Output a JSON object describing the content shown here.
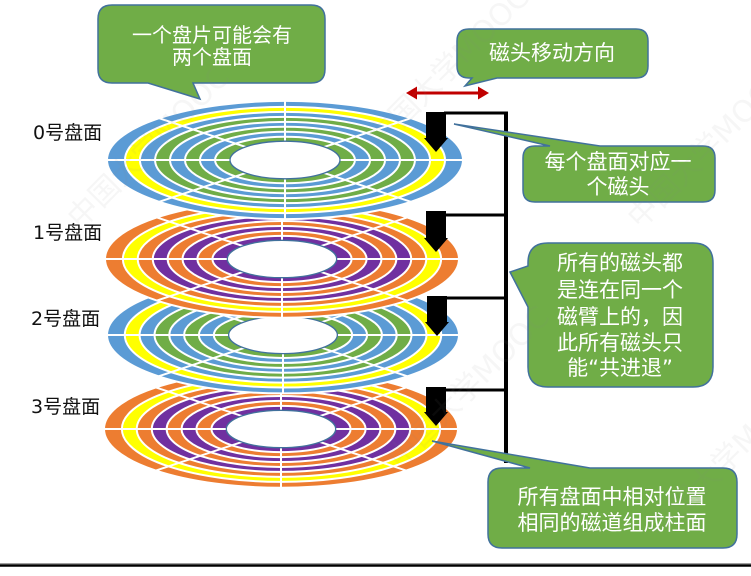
{
  "slide": {
    "platters": [
      {
        "label": "0号盘面",
        "ring_colors": [
          "#5B9BD5",
          "#FFFF00",
          "#5B9BD5",
          "#70AD47",
          "#5B9BD5",
          "#70AD47",
          "#5B9BD5",
          "#70AD47"
        ]
      },
      {
        "label": "1号盘面",
        "ring_colors": [
          "#ED7D31",
          "#FFFF00",
          "#ED7D31",
          "#7030A0",
          "#ED7D31",
          "#7030A0",
          "#ED7D31",
          "#7030A0"
        ]
      },
      {
        "label": "2号盘面",
        "ring_colors": [
          "#5B9BD5",
          "#FFFF00",
          "#5B9BD5",
          "#70AD47",
          "#5B9BD5",
          "#70AD47",
          "#5B9BD5",
          "#70AD47"
        ]
      },
      {
        "label": "3号盘面",
        "ring_colors": [
          "#ED7D31",
          "#FFFF00",
          "#ED7D31",
          "#7030A0",
          "#ED7D31",
          "#7030A0",
          "#ED7D31",
          "#7030A0"
        ]
      }
    ],
    "sectors_per_platter": 8,
    "callouts": {
      "platter_two_surfaces": {
        "lines": [
          "一个盘片可能会有",
          "两个盘面"
        ]
      },
      "head_movement": {
        "lines": [
          "磁头移动方向"
        ]
      },
      "head_per_surface": {
        "lines": [
          "每个盘面对应一",
          "个磁头"
        ]
      },
      "shared_arm": {
        "lines": [
          "所有的磁头都",
          "是连在同一个",
          "磁臂上的，因",
          "此所有磁头只",
          "能“共进退”"
        ]
      },
      "cylinder": {
        "lines": [
          "所有盘面中相对位置",
          "相同的磁道组成柱面"
        ]
      }
    },
    "watermark": "中国大学MOOC",
    "colors": {
      "callout_fill": "#70AD47",
      "callout_border": "#41719C",
      "callout_text": "#FFFFFF",
      "movement_arrow": "#C00000",
      "head": "#000000",
      "arm": "#000000",
      "spoke": "#FFFFFF",
      "hole_outline": "#41719C",
      "rule_gray": "#A0A0A0",
      "rule_black": "#000000"
    }
  }
}
